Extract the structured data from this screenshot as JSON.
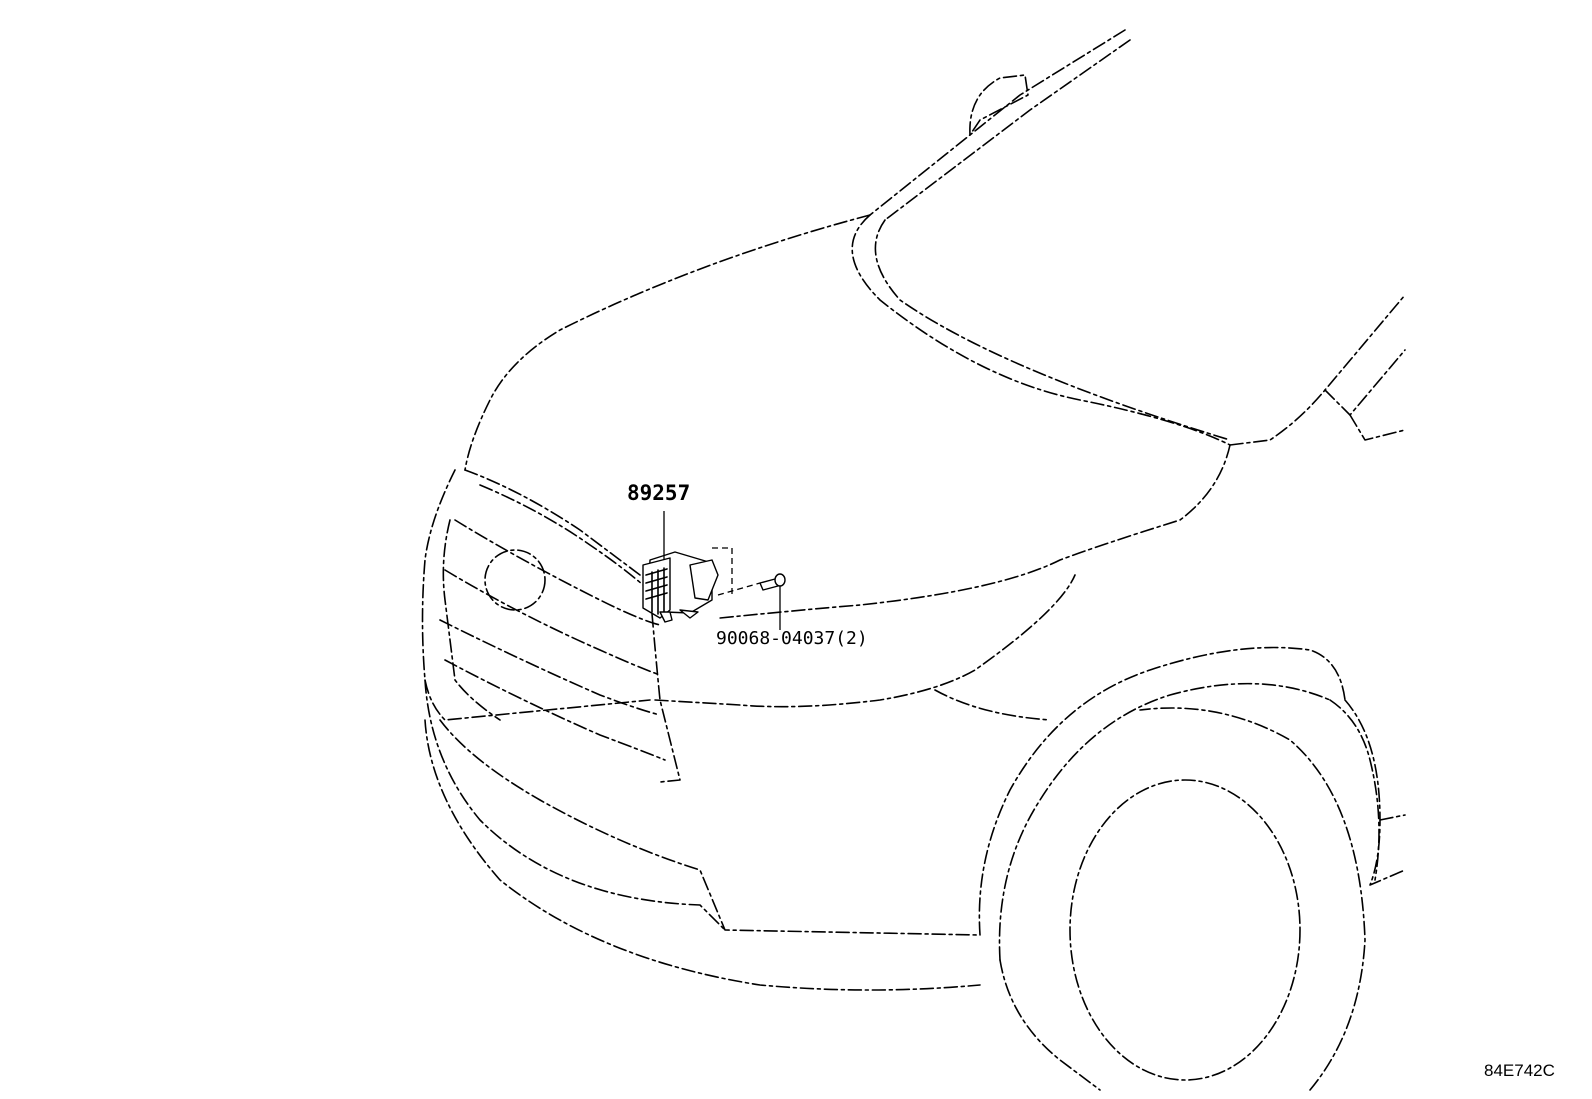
{
  "callouts": {
    "part_number_module": "89257",
    "part_number_bolt": "90068-04037(2)"
  },
  "figure_ref": "84E742C"
}
